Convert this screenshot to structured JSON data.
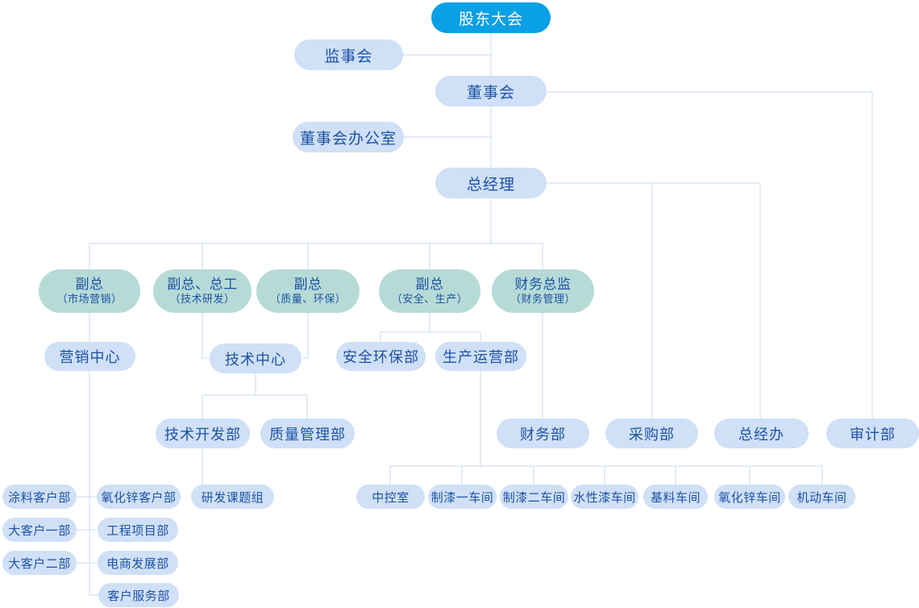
{
  "colors": {
    "canvas_bg": "#ffffff",
    "primary_fill": "#09a0e6",
    "primary_text": "#ffffff",
    "light_fill": "#cfe0f7",
    "teal_fill": "#b6dbd7",
    "node_text": "#1d52a4",
    "line": "#c9d9ee"
  },
  "nodes": [
    {
      "id": "shareholders-meeting",
      "label": "股东大会"
    },
    {
      "id": "supervisory-board",
      "label": "监事会"
    },
    {
      "id": "board-of-directors",
      "label": "董事会"
    },
    {
      "id": "board-office",
      "label": "董事会办公室"
    },
    {
      "id": "general-manager",
      "label": "总经理"
    },
    {
      "id": "vp-marketing",
      "label": "副总",
      "sublabel": "（市场营销）"
    },
    {
      "id": "vp-chief-engineer",
      "label": "副总、总工",
      "sublabel": "（技术研发）"
    },
    {
      "id": "vp-quality-env",
      "label": "副总",
      "sublabel": "（质量、环保）"
    },
    {
      "id": "vp-safety-production",
      "label": "副总",
      "sublabel": "（安全、生产）"
    },
    {
      "id": "finance-director",
      "label": "财务总监",
      "sublabel": "（财务管理）"
    },
    {
      "id": "marketing-center",
      "label": "营销中心"
    },
    {
      "id": "technology-center",
      "label": "技术中心"
    },
    {
      "id": "safety-environment-dept",
      "label": "安全环保部"
    },
    {
      "id": "production-operations-dept",
      "label": "生产运营部"
    },
    {
      "id": "technology-development-dept",
      "label": "技术开发部"
    },
    {
      "id": "quality-management-dept",
      "label": "质量管理部"
    },
    {
      "id": "finance-dept",
      "label": "财务部"
    },
    {
      "id": "purchasing-dept",
      "label": "采购部"
    },
    {
      "id": "gm-office",
      "label": "总经办"
    },
    {
      "id": "audit-dept",
      "label": "审计部"
    },
    {
      "id": "coatings-customer-dept",
      "label": "涂料客户部"
    },
    {
      "id": "zinc-oxide-customer-dept",
      "label": "氧化锌客户部"
    },
    {
      "id": "rd-project-team",
      "label": "研发课题组"
    },
    {
      "id": "key-account-dept-1",
      "label": "大客户一部"
    },
    {
      "id": "engineering-project-dept",
      "label": "工程项目部"
    },
    {
      "id": "key-account-dept-2",
      "label": "大客户二部"
    },
    {
      "id": "ecommerce-development-dept",
      "label": "电商发展部"
    },
    {
      "id": "customer-service-dept",
      "label": "客户服务部"
    },
    {
      "id": "central-control-room",
      "label": "中控室"
    },
    {
      "id": "paint-workshop-1",
      "label": "制漆一车间"
    },
    {
      "id": "paint-workshop-2",
      "label": "制漆二车间"
    },
    {
      "id": "waterborne-paint-workshop",
      "label": "水性漆车间"
    },
    {
      "id": "base-material-workshop",
      "label": "基料车间"
    },
    {
      "id": "zinc-oxide-workshop",
      "label": "氧化锌车间"
    },
    {
      "id": "mobile-equipment-workshop",
      "label": "机动车间"
    }
  ]
}
